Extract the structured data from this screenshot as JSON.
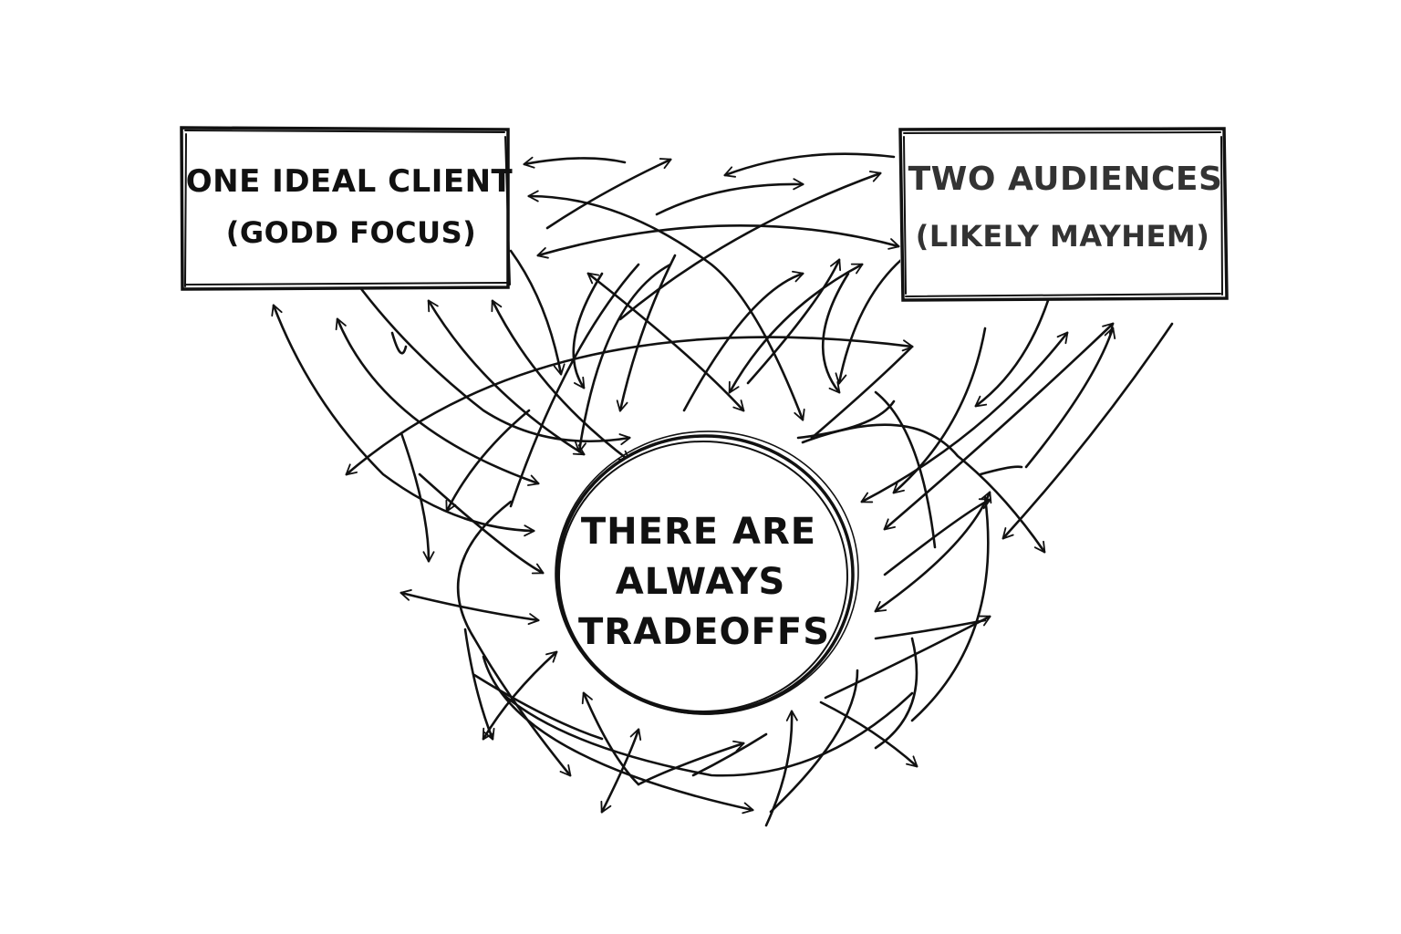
{
  "diagram": {
    "left_box": {
      "line1": "ONE IDEAL CLIENT",
      "line2": "(GODD FOCUS)"
    },
    "right_box": {
      "line1": "TWO AUDIENCES",
      "line2": "(LIKELY MAYHEM)"
    },
    "center_circle": {
      "line1": "THERE ARE",
      "line2": "ALWAYS",
      "line3": "TRADEOFFS"
    },
    "style": {
      "ink_color": "#111111",
      "background": "#ffffff"
    }
  }
}
